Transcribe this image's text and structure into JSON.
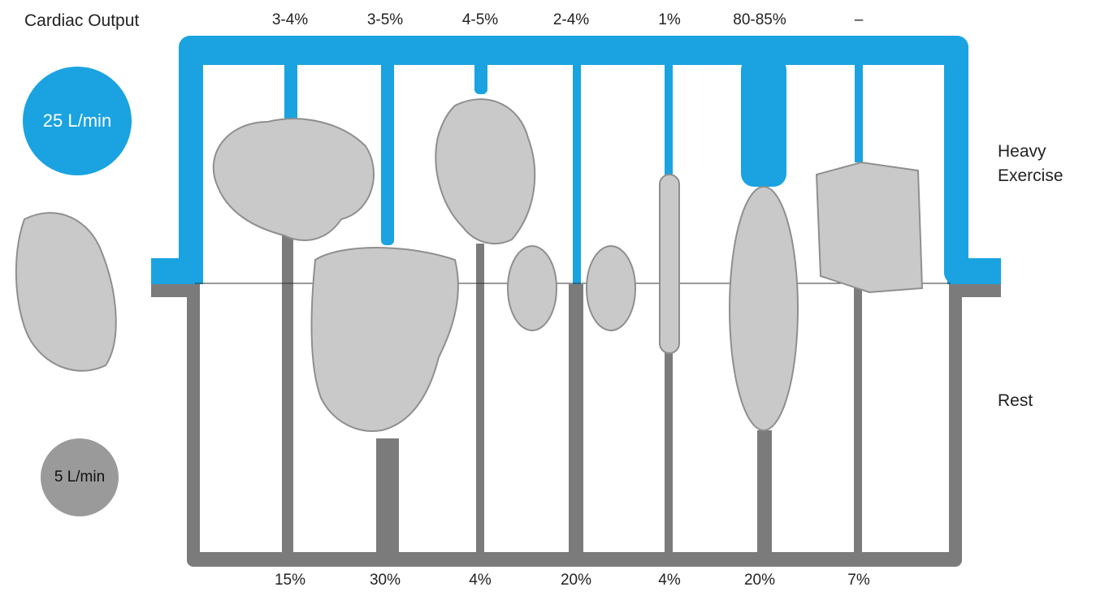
{
  "title": "Cardiac Output",
  "exercise_circle": {
    "value": "25 L/min",
    "color": "#1aa3e0"
  },
  "rest_circle": {
    "value": "5 L/min",
    "color": "#9a9a9a"
  },
  "state_labels": {
    "exercise_line1": "Heavy",
    "exercise_line2": "Exercise",
    "rest": "Rest"
  },
  "colors": {
    "exercise": "#1aa3e0",
    "rest": "#7b7b7b",
    "organ": "#c8c8c8"
  },
  "organs": [
    {
      "name": "brain-icon",
      "exercise": "3-4%",
      "rest": "15%"
    },
    {
      "name": "liver-gut-icon",
      "exercise": "3-5%",
      "rest": "30%"
    },
    {
      "name": "heart-icon",
      "exercise": "4-5%",
      "rest": "4%"
    },
    {
      "name": "kidneys-icon",
      "exercise": "2-4%",
      "rest": "20%"
    },
    {
      "name": "bone-icon",
      "exercise": "1%",
      "rest": "4%"
    },
    {
      "name": "muscle-icon",
      "exercise": "80-85%",
      "rest": "20%"
    },
    {
      "name": "skin-icon",
      "exercise": "–",
      "rest": "7%"
    }
  ]
}
